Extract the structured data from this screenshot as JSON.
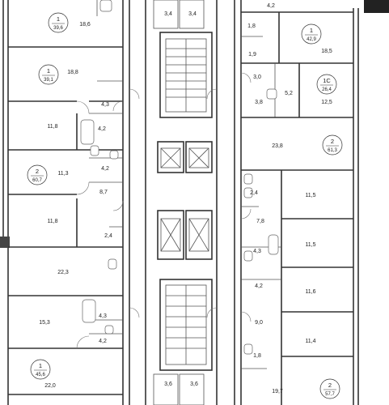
{
  "apartments": [
    {
      "id": "a1",
      "type": "1",
      "total": "39,6"
    },
    {
      "id": "a2",
      "type": "1",
      "total": "39,1"
    },
    {
      "id": "a3",
      "type": "2",
      "total": "60,7"
    },
    {
      "id": "a4",
      "type": "1",
      "total": "45,6"
    },
    {
      "id": "a5",
      "type": "1",
      "total": "42,9"
    },
    {
      "id": "a6",
      "type": "1С",
      "total": "26,4"
    },
    {
      "id": "a7",
      "type": "2",
      "total": "61,3"
    },
    {
      "id": "a8",
      "type": "2",
      "total": "57,7"
    }
  ],
  "rooms": [
    {
      "id": "r1",
      "area": "18,6"
    },
    {
      "id": "r2",
      "area": "18,8"
    },
    {
      "id": "r3",
      "area": "4,3"
    },
    {
      "id": "r4",
      "area": "11,8"
    },
    {
      "id": "r5",
      "area": "4,2"
    },
    {
      "id": "r6",
      "area": "11,3"
    },
    {
      "id": "r7",
      "area": "4,2"
    },
    {
      "id": "r8",
      "area": "8,7"
    },
    {
      "id": "r9",
      "area": "11,8"
    },
    {
      "id": "r10",
      "area": "2,4"
    },
    {
      "id": "r11",
      "area": "22,3"
    },
    {
      "id": "r12",
      "area": "15,3"
    },
    {
      "id": "r13",
      "area": "4,3"
    },
    {
      "id": "r14",
      "area": "4,2"
    },
    {
      "id": "r15",
      "area": "22,0"
    },
    {
      "id": "r16",
      "area": "3,4"
    },
    {
      "id": "r17",
      "area": "3,4"
    },
    {
      "id": "r18",
      "area": "3,6"
    },
    {
      "id": "r19",
      "area": "3,6"
    },
    {
      "id": "r20",
      "area": "4,2"
    },
    {
      "id": "r21",
      "area": "1,8"
    },
    {
      "id": "r22",
      "area": "18,5"
    },
    {
      "id": "r23",
      "area": "1,9"
    },
    {
      "id": "r24",
      "area": "3,0"
    },
    {
      "id": "r25",
      "area": "5,2"
    },
    {
      "id": "r26",
      "area": "3,8"
    },
    {
      "id": "r27",
      "area": "12,5"
    },
    {
      "id": "r28",
      "area": "23,8"
    },
    {
      "id": "r29",
      "area": "2,4"
    },
    {
      "id": "r30",
      "area": "11,5"
    },
    {
      "id": "r31",
      "area": "7,8"
    },
    {
      "id": "r32",
      "area": "11,5"
    },
    {
      "id": "r33",
      "area": "4,3"
    },
    {
      "id": "r34",
      "area": "4,2"
    },
    {
      "id": "r35",
      "area": "11,6"
    },
    {
      "id": "r36",
      "area": "9,0"
    },
    {
      "id": "r37",
      "area": "11,4"
    },
    {
      "id": "r38",
      "area": "1,8"
    },
    {
      "id": "r39",
      "area": "19,7"
    }
  ]
}
